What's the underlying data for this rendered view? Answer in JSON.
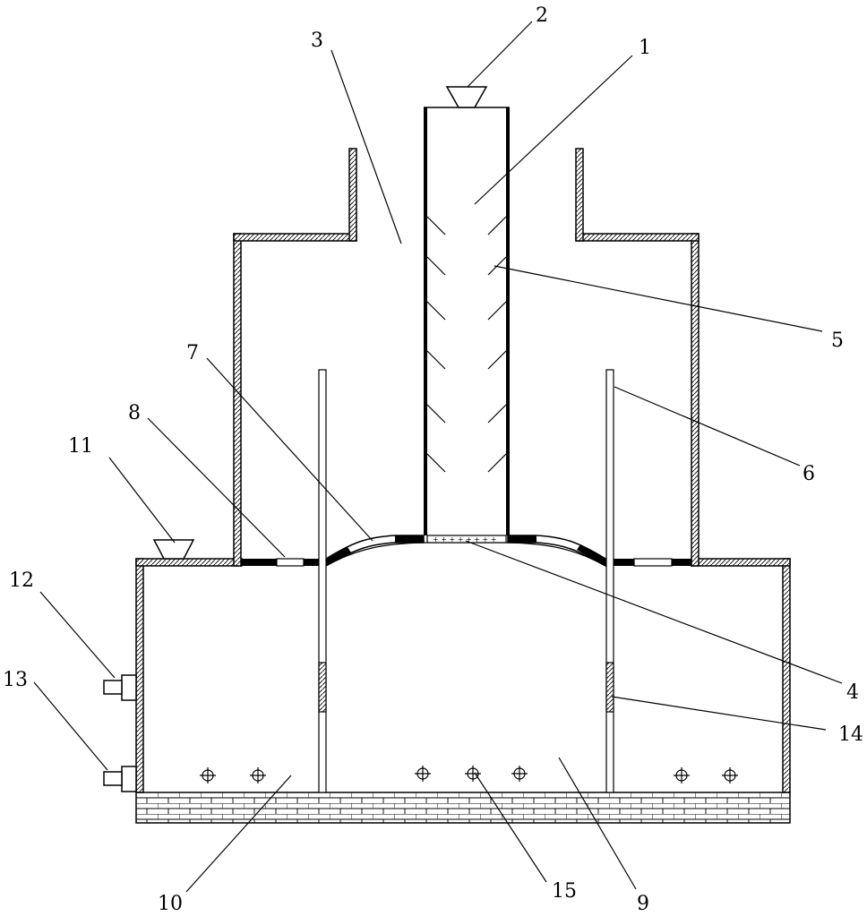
{
  "diagram": {
    "labels": [
      "1",
      "2",
      "3",
      "4",
      "5",
      "6",
      "7",
      "8",
      "9",
      "10",
      "11",
      "12",
      "13",
      "14",
      "15"
    ]
  }
}
